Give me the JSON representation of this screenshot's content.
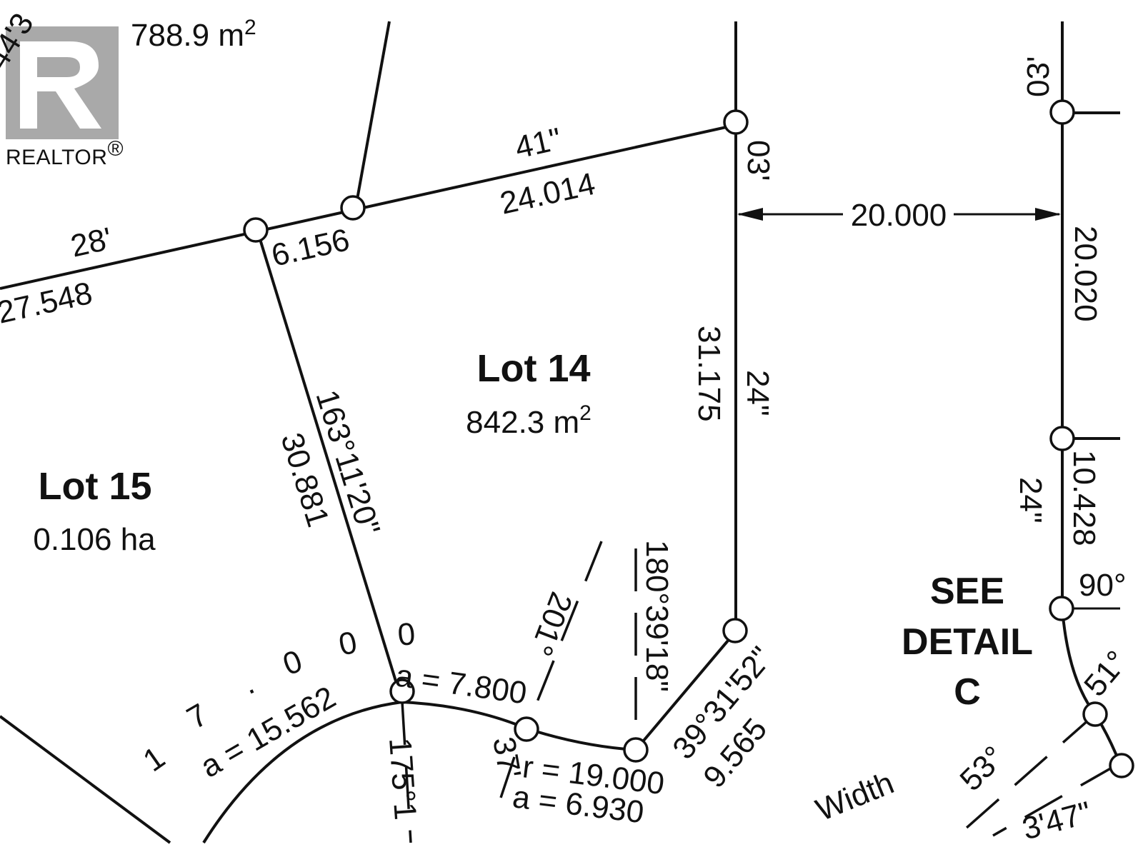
{
  "logo": {
    "text": "REALTOR",
    "mark": "®",
    "icon": "realtor-r-logo"
  },
  "lots": {
    "lot14": {
      "title": "Lot 14",
      "area": "842.3 m",
      "area_sup": "2"
    },
    "lot15": {
      "title": "Lot 15",
      "area": "0.106 ha"
    },
    "top_left": {
      "area": "788.9 m",
      "area_sup": "2",
      "bearing_fragment": "44'3"
    }
  },
  "see_detail": [
    "SEE",
    "DETAIL",
    "C"
  ],
  "dimensions": {
    "top_boundary_bearing": "41\"",
    "top_boundary_distance": "24.014",
    "left_segment_bearing": "28'",
    "left_segment_distance": "27.548",
    "short_segment": "6.156",
    "east_line_bearing_min": "03'",
    "east_line_bearing_sec": "24\"",
    "east_line_distance": "31.175",
    "road_width": "20.000",
    "right_line_bearing_min": "03'",
    "right_line_distance": "20.020",
    "right_lower_bearing": "24\"",
    "right_lower_distance": "10.428",
    "right_angle": "90°",
    "west_line_bearing": "163°11'20\"",
    "west_line_distance": "30.881",
    "radial_bearing_1": "201°",
    "radial_bearing_2": "180°39'18\"",
    "radial_bearing_3": "175°1",
    "chord_bearing": "39°31'52\"",
    "chord_distance": "9.565",
    "arc_1": "a = 7.800",
    "arc_2": "a = 15.562",
    "arc_3": "a = 6.930",
    "radius": "r = 19.000",
    "arc_bearing_fragment": "37'",
    "spaced_digits": [
      "1",
      "7",
      ".",
      "0",
      "0",
      "0",
      "0"
    ],
    "width_label": "Width",
    "angle_53": "53°",
    "angle_51": "51°",
    "fragment_47": "3'47\""
  }
}
